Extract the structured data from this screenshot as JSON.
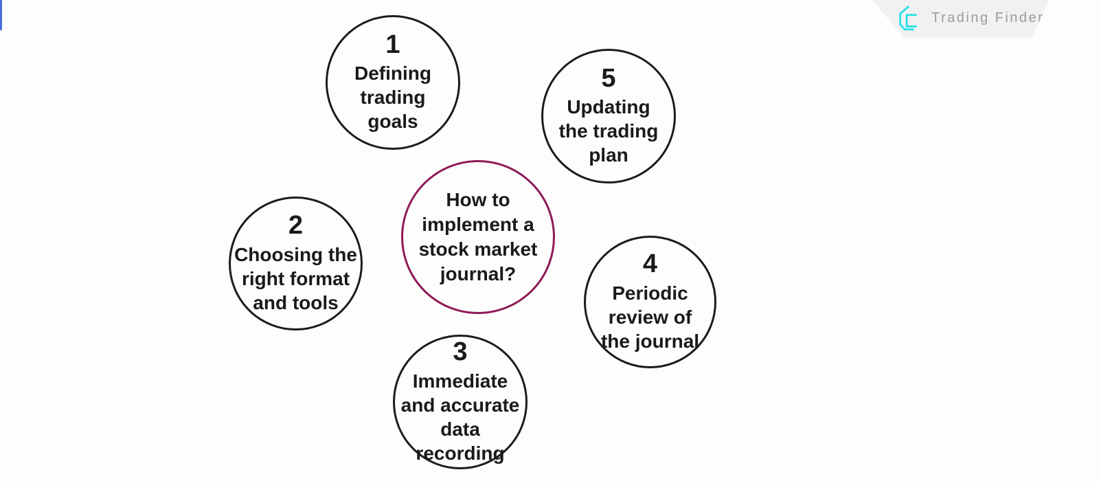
{
  "logo": {
    "brand": "Trading Finder",
    "icon": "trading-finder-icon",
    "icon_color": "#25dfe8",
    "text_color": "#9a9a9a",
    "badge_color": "#f1f1f2"
  },
  "accent_bar_color": "#4a6fd4",
  "diagram": {
    "center": {
      "label": "How to\nimplement a\nstock market\njournal?",
      "border_color": "#8e1a58"
    },
    "step_border_color": "#1b1b1b",
    "text_color": "#1a1a1a",
    "steps": [
      {
        "number": "1",
        "label": "Defining\ntrading\ngoals"
      },
      {
        "number": "2",
        "label": "Choosing the\nright format\nand tools"
      },
      {
        "number": "3",
        "label": "Immediate\nand accurate\ndata recording"
      },
      {
        "number": "4",
        "label": "Periodic\nreview of\nthe journal"
      },
      {
        "number": "5",
        "label": "Updating\nthe trading\nplan"
      }
    ]
  }
}
